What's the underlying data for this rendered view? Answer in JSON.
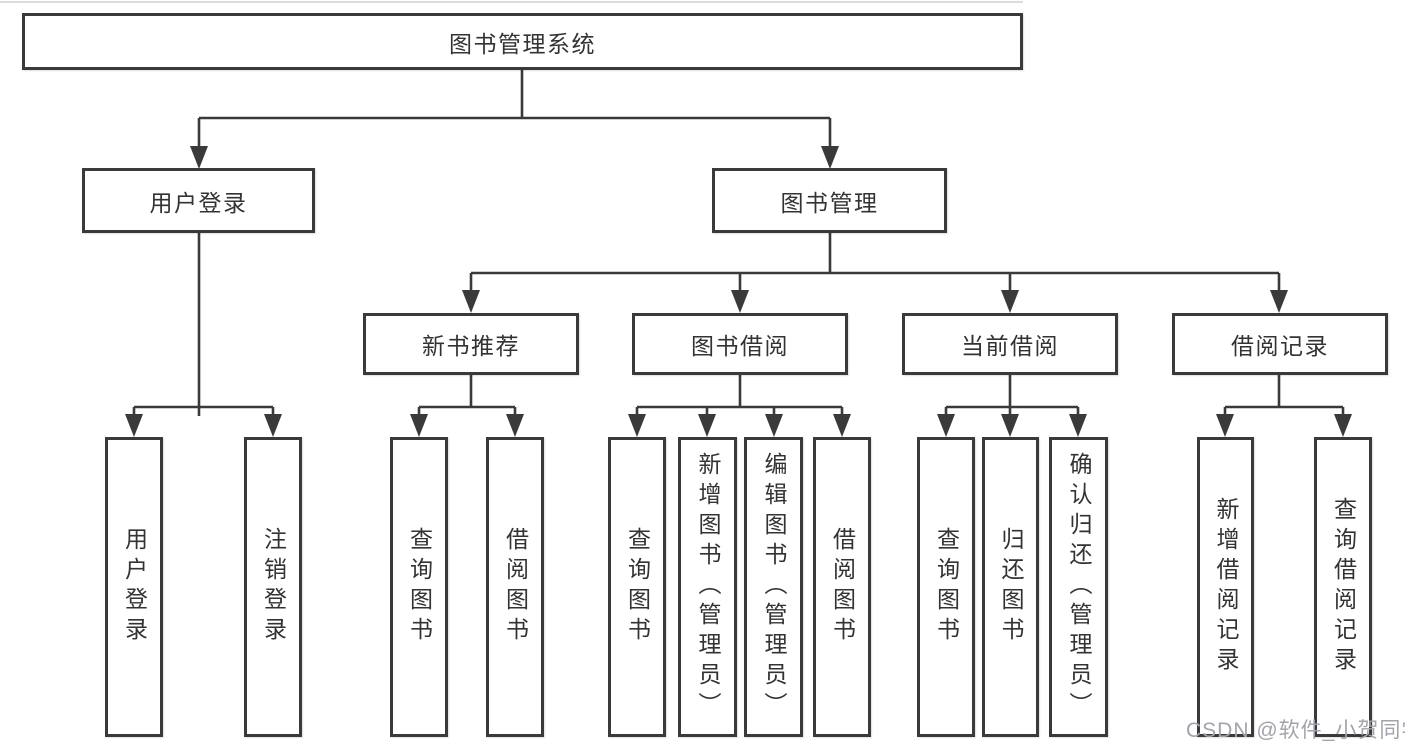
{
  "tree": {
    "label": "图书管理系统",
    "children": [
      {
        "label": "用户登录",
        "children": [
          {
            "label": "用户登录"
          },
          {
            "label": "注销登录"
          }
        ]
      },
      {
        "label": "图书管理",
        "children": [
          {
            "label": "新书推荐",
            "children": [
              {
                "label": "查询图书"
              },
              {
                "label": "借阅图书"
              }
            ]
          },
          {
            "label": "图书借阅",
            "children": [
              {
                "label": "查询图书"
              },
              {
                "label": "新增图书（管理员）"
              },
              {
                "label": "编辑图书（管理员）"
              },
              {
                "label": "借阅图书"
              }
            ]
          },
          {
            "label": "当前借阅",
            "children": [
              {
                "label": "查询图书"
              },
              {
                "label": "归还图书"
              },
              {
                "label": "确认归还（管理员）"
              }
            ]
          },
          {
            "label": "借阅记录",
            "children": [
              {
                "label": "新增借阅记录"
              },
              {
                "label": "查询借阅记录"
              }
            ]
          }
        ]
      }
    ]
  },
  "watermark": "CSDN @软件_小贺同学",
  "colors": {
    "line": "#3a3a3a",
    "box_border": "#3a3a3a",
    "text": "#333333",
    "background": "#ffffff",
    "watermark": "#a3a3ab"
  }
}
